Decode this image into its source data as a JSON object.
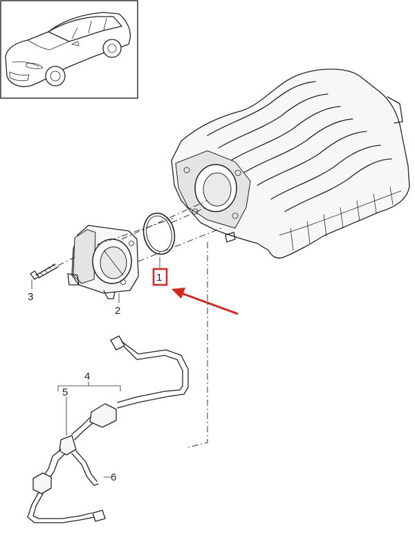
{
  "callouts": {
    "part_1": "1",
    "part_2": "2",
    "part_3": "3",
    "part_4": "4",
    "part_5": "5",
    "part_6": "6"
  },
  "highlight": {
    "box_color": "#e0201b",
    "arrow_color": "#e0201b",
    "highlighted_callout": "1"
  },
  "icons": {
    "thumbnail": "vehicle-thumbnail-icon"
  }
}
